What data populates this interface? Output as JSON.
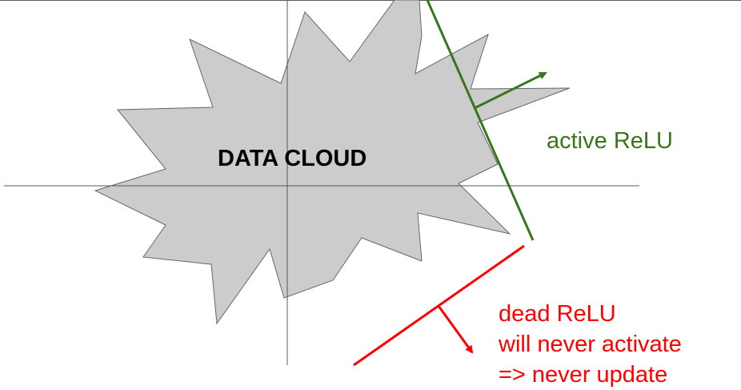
{
  "cloud": {
    "label": "DATA CLOUD",
    "fill": "#cccccc",
    "stroke": "#666666"
  },
  "axes": {
    "color": "#595959"
  },
  "active_relu": {
    "label": "active ReLU",
    "color": "#38761d"
  },
  "dead_relu": {
    "lines": [
      "dead ReLU",
      "will never activate",
      "=> never update"
    ],
    "color": "#ff0000"
  }
}
